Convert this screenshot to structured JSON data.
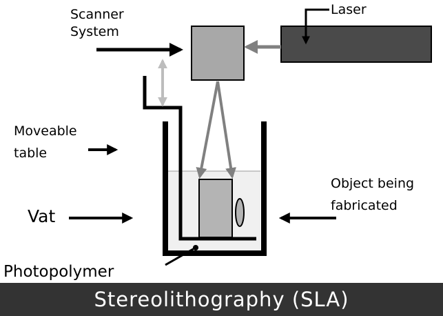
{
  "labels": {
    "scanner_line1": "Scanner",
    "scanner_line2": "System",
    "laser": "Laser",
    "moveable_line1": "Moveable",
    "moveable_line2": "table",
    "vat": "Vat",
    "object_line1": "Object being",
    "object_line2": "fabricated",
    "photopolymer": "Photopolymer"
  },
  "title": "Stereolithography (SLA)",
  "colors": {
    "scanner": "#a8a8a8",
    "laser": "#4a4a4a",
    "resin": "#f0f0f0",
    "object": "#b4b4b4",
    "footer": "#333333",
    "lift_arrow": "#bdbdbd",
    "laser_arrow": "#808080"
  }
}
